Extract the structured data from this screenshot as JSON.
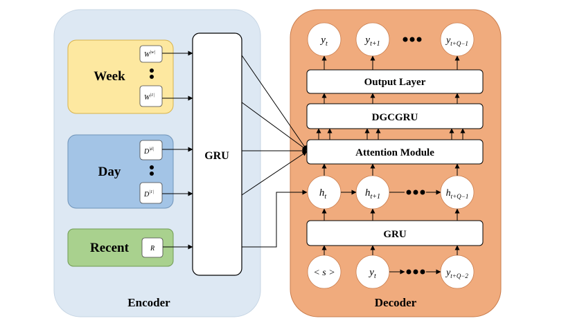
{
  "colors": {
    "encoder_bg": "#dde8f3",
    "decoder_bg": "#f0ab7d",
    "week_fill": "#fde8a0",
    "day_fill": "#a3c4e6",
    "recent_fill": "#a9d18e"
  },
  "encoder": {
    "label": "Encoder",
    "groups": {
      "week": {
        "label": "Week",
        "top_input": "W",
        "top_sup": "|w|",
        "bottom_input": "W",
        "bottom_sup": "|1|"
      },
      "day": {
        "label": "Day",
        "top_input": "D",
        "top_sup": "|d|",
        "bottom_input": "D",
        "bottom_sup": "|1|"
      },
      "recent": {
        "label": "Recent",
        "input": "R"
      }
    },
    "gru_label": "GRU"
  },
  "decoder": {
    "label": "Decoder",
    "outputs": [
      {
        "base": "y",
        "sub": "t"
      },
      {
        "base": "y",
        "sub": "t+1"
      },
      {
        "base": "y",
        "sub": "t+Q−1"
      }
    ],
    "output_layer_label": "Output Layer",
    "dgcgru_label": "DGCGRU",
    "attention_label": "Attention Module",
    "hidden": [
      {
        "base": "h",
        "sub": "t"
      },
      {
        "base": "h",
        "sub": "t+1"
      },
      {
        "base": "h",
        "sub": "t+Q−1"
      }
    ],
    "gru_label": "GRU",
    "inputs": [
      {
        "text": "< s >"
      },
      {
        "base": "y",
        "sub": "t"
      },
      {
        "base": "y",
        "sub": "t+Q−2"
      }
    ]
  }
}
